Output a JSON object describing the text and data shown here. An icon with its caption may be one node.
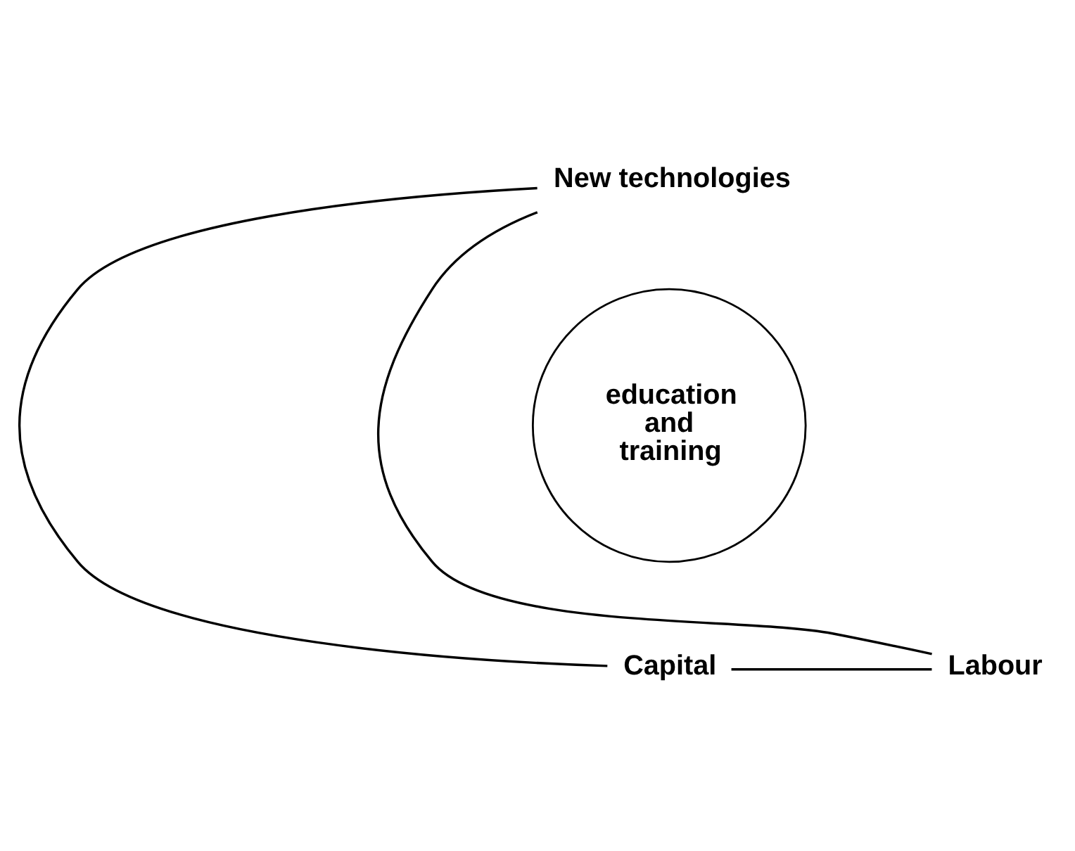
{
  "diagram": {
    "nodes": [
      {
        "text": [
          "New technologies"
        ]
      },
      {
        "text": [
          "Capital"
        ]
      },
      {
        "text": [
          "Labour"
        ]
      },
      {
        "text": [
          "education and training"
        ]
      }
    ],
    "edges": [
      {
        "from": 0,
        "to": 1,
        "arrow": "none"
      },
      {
        "from": 0,
        "to": 2,
        "arrow": "none"
      },
      {
        "from": 1,
        "to": 2,
        "arrow": "none"
      }
    ]
  }
}
